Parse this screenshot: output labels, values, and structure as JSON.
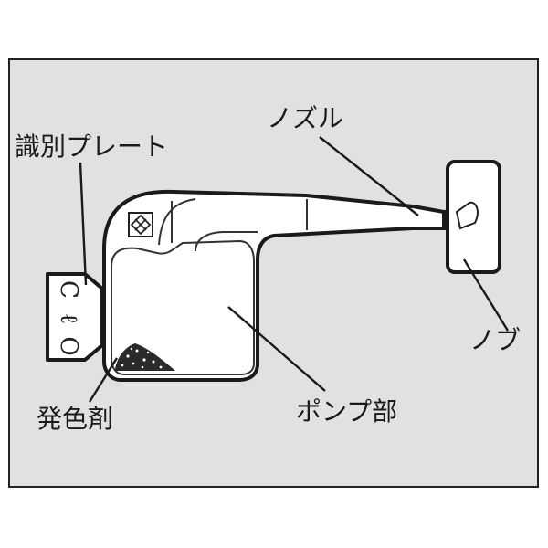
{
  "labels": {
    "id_plate": "識別プレート",
    "nozzle": "ノズル",
    "knob": "ノブ",
    "color_agent": "発色剤",
    "pump": "ポンプ部"
  },
  "plate_text": {
    "line1": "C",
    "line2": "ℓ",
    "line3": "O"
  },
  "colors": {
    "background": "#e1e1e1",
    "outline": "#1a1a1a",
    "part_fill": "#ffffff"
  }
}
